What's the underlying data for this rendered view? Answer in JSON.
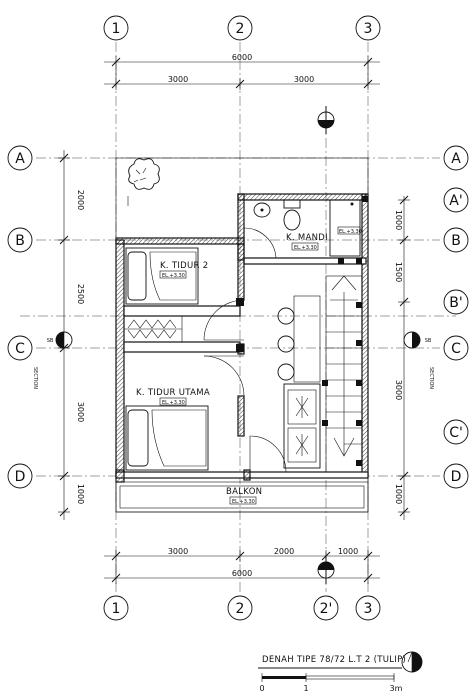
{
  "title": "DENAH TIPE 78/72 L.T 2 (TULIP)",
  "scale_labels": [
    "0",
    "1",
    "3m"
  ],
  "grid_columns_top": [
    "1",
    "2",
    "3"
  ],
  "grid_columns_bottom": [
    "1",
    "2",
    "2'",
    "3"
  ],
  "grid_rows_left": [
    "A",
    "B",
    "C",
    "D"
  ],
  "grid_rows_right": [
    "A",
    "A'",
    "B",
    "B'",
    "C",
    "C'",
    "D"
  ],
  "dims_top": {
    "total": "6000",
    "segments": [
      "3000",
      "3000"
    ]
  },
  "dims_bottom": {
    "total": "6000",
    "segments": [
      "3000",
      "2000",
      "1000"
    ]
  },
  "dims_left": [
    "2000",
    "2500",
    "3000",
    "1000"
  ],
  "dims_right": [
    "1000",
    "1500",
    "3000",
    "1000"
  ],
  "rooms": [
    {
      "name": "K. TIDUR 2",
      "level": "EL.+3.30"
    },
    {
      "name": "K. MANDI",
      "level": "EL.+3.30"
    },
    {
      "name": "K. TIDUR UTAMA",
      "level": "EL.+3.30"
    },
    {
      "name": "BALKON",
      "level": "EL.+3.30"
    }
  ],
  "small_level_tag": "EL.+3.30",
  "section_marks": [
    "SB",
    "SB"
  ],
  "section_side_labels": [
    "SECTION",
    "SECTION"
  ]
}
